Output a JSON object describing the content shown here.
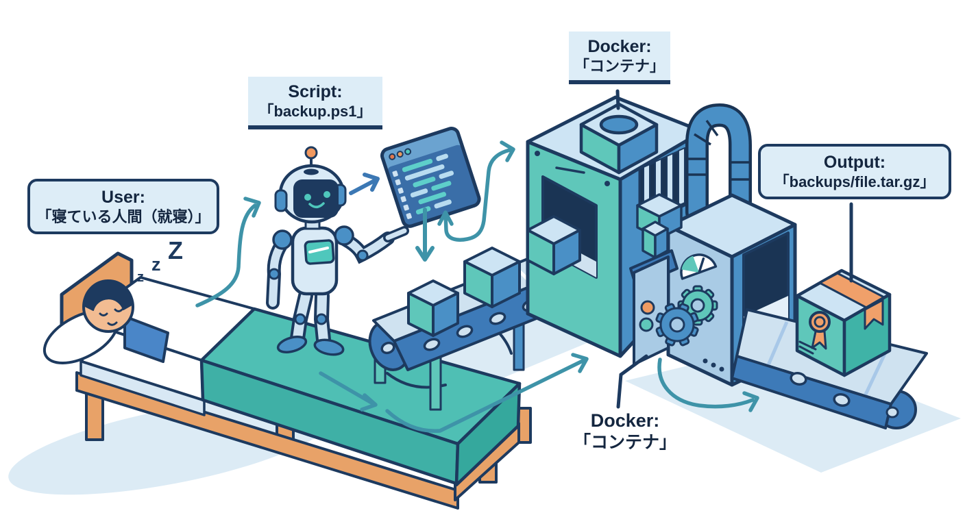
{
  "labels": {
    "user": {
      "title": "User:",
      "value": "「寝ている人間（就寝）」"
    },
    "script": {
      "title": "Script:",
      "value": "「backup.ps1」"
    },
    "docker_top": {
      "title": "Docker:",
      "value": "「コンテナ」"
    },
    "output": {
      "title": "Output:",
      "value": "「backups/file.tar.gz」"
    },
    "docker_bottom": {
      "title": "Docker:",
      "value": "「コンテナ」"
    }
  },
  "decorations": {
    "sleep_z": [
      "z",
      "z",
      "Z"
    ]
  },
  "colors": {
    "outline_navy": "#1d3a5f",
    "label_bg": "#ddedf7",
    "teal": "#5fc7ba",
    "blue": "#4a90c6",
    "light_face": "#cde4f4",
    "belt_edge": "#3d7ab8",
    "arrow_teal": "#3e93a8",
    "arrow_blue": "#3c78b4",
    "orange": "#f0a06a",
    "bed_wood": "#e8a268",
    "blanket": "#4fbfb4",
    "skin": "#f2bc92",
    "shirt": "#4a86c8",
    "shadow": "#dcebf5",
    "terminal_body": "#3a6ea8",
    "terminal_bar": "#6ba3d0",
    "code_teal": "#5ecfca",
    "code_light": "#b8dcf0",
    "dark_opening": "#1a3454"
  },
  "scene_elements": [
    "sleeping-user-bed",
    "robot-assistant",
    "script-terminal-window",
    "input-conveyor-belt",
    "docker-machine",
    "packaging-machine",
    "connecting-pipe",
    "output-conveyor-belt",
    "output-package-box"
  ]
}
